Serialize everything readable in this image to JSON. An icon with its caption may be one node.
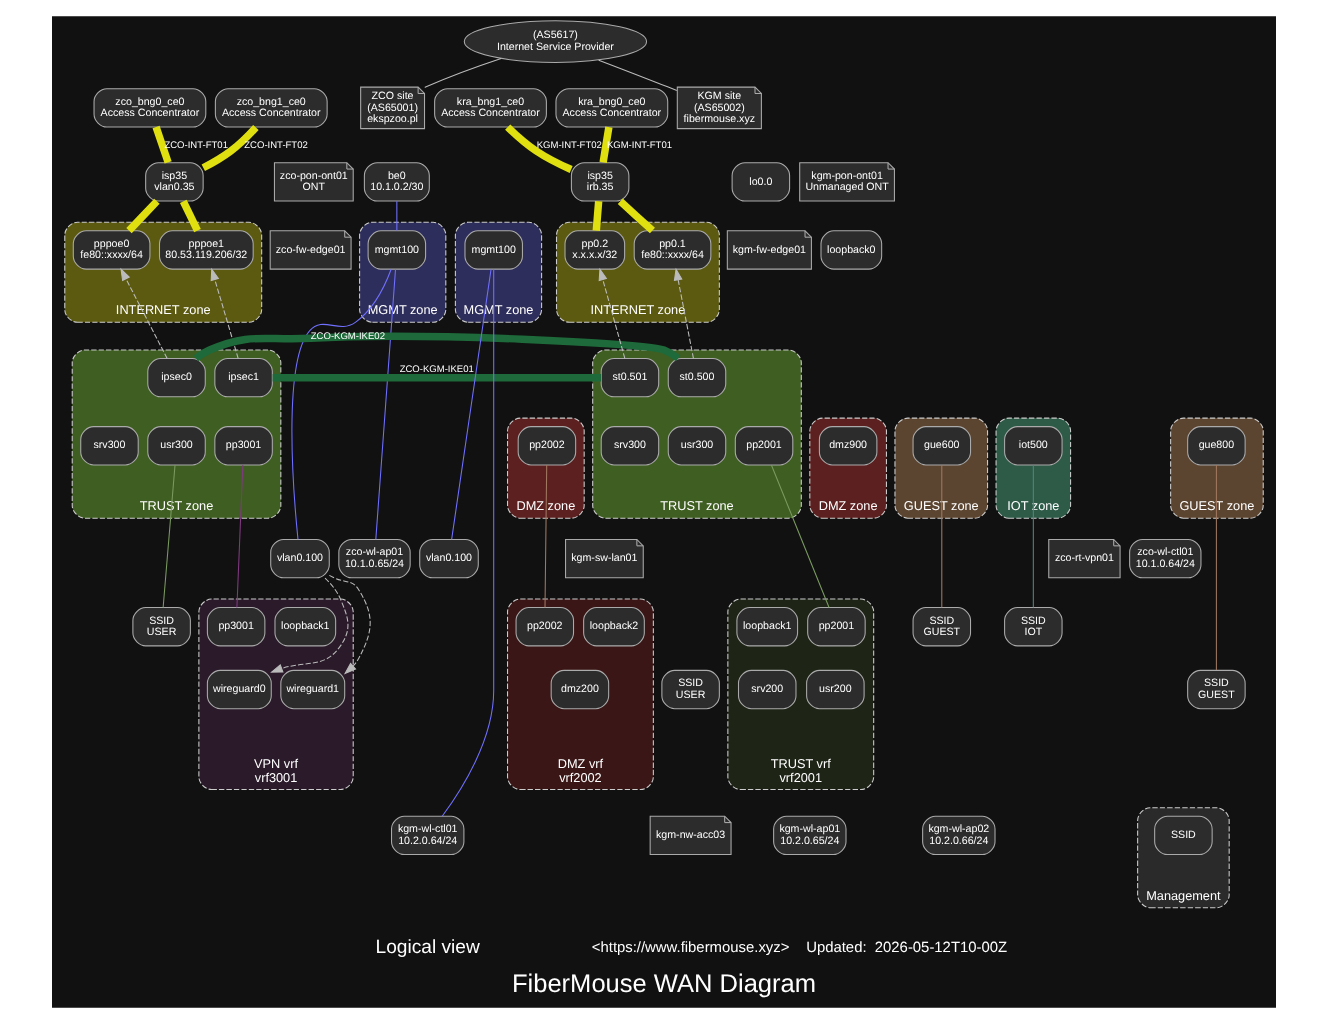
{
  "diagram": {
    "title": "FiberMouse WAN Diagram",
    "nodes": [
      {
        "text": [
          "(AS5617)",
          "Internet Service Provider"
        ]
      },
      {
        "text": [
          "ZCO site",
          "(AS65001)",
          "ekspzoo.pl"
        ]
      },
      {
        "text": [
          "KGM site",
          "(AS65002)",
          "fibermouse.xyz"
        ]
      },
      {
        "text": [
          "zco_bng0_ce0",
          "Access Concentrator"
        ]
      },
      {
        "text": [
          "zco_bng1_ce0",
          "Access Concentrator"
        ]
      },
      {
        "text": [
          "kra_bng0_ce0",
          "Access Concentrator"
        ]
      },
      {
        "text": [
          "kra_bng1_ce0",
          "Access Concentrator"
        ]
      },
      {
        "text": [
          "zco-pon-ont01",
          "ONT"
        ]
      },
      {
        "text": [
          "be0",
          "10.1.0.2/30"
        ]
      },
      {
        "text": [
          "isp35",
          "vlan0.35"
        ]
      },
      {
        "text": [
          "zco-fw-edge01"
        ]
      },
      {
        "text": [
          "MGMT zone"
        ]
      },
      {
        "text": [
          "mgmt100"
        ],
        "in": 11
      },
      {
        "text": [
          "INTERNET zone"
        ]
      },
      {
        "text": [
          "pppoe0",
          "fe80::xxxx/64"
        ],
        "in": 13
      },
      {
        "text": [
          "pppoe1",
          "80.53.119.206/32"
        ],
        "in": 13
      },
      {
        "text": [
          "loopback0"
        ]
      },
      {
        "text": [
          "TRUST zone"
        ]
      },
      {
        "text": [
          "ipsec1"
        ],
        "in": 17
      },
      {
        "text": [
          "ipsec0"
        ],
        "in": 17
      },
      {
        "text": [
          "pp3001"
        ],
        "in": 17
      },
      {
        "text": [
          "usr300"
        ],
        "in": 17
      },
      {
        "text": [
          "srv300"
        ],
        "in": 17
      },
      {
        "text": [
          "DMZ zone"
        ]
      },
      {
        "text": [
          "dmz900"
        ],
        "in": 23
      },
      {
        "text": [
          "GUEST zone"
        ]
      },
      {
        "text": [
          "gue600"
        ],
        "in": 25
      },
      {
        "text": [
          "IOT zone"
        ]
      },
      {
        "text": [
          "iot500"
        ],
        "in": 27
      },
      {
        "text": [
          "vlan0.100"
        ]
      },
      {
        "text": [
          "zco-rt-vpn01"
        ]
      },
      {
        "text": [
          "VPN vrf",
          "vrf3001"
        ]
      },
      {
        "text": [
          "loopback1"
        ],
        "in": 31
      },
      {
        "text": [
          "pp3001"
        ],
        "in": 31
      },
      {
        "text": [
          "wireguard0"
        ],
        "in": 31
      },
      {
        "text": [
          "wireguard1"
        ],
        "in": 31
      },
      {
        "text": [
          "zco-wl-ctl01",
          "10.1.0.64/24"
        ]
      },
      {
        "text": [
          "zco-wl-ap01",
          "10.1.0.65/24"
        ]
      },
      {
        "text": [
          "SSID",
          "GUEST"
        ]
      },
      {
        "text": [
          "SSID",
          "IOT"
        ]
      },
      {
        "text": [
          "SSID",
          "USER"
        ]
      },
      {
        "text": [
          "kgm-pon-ont01",
          "Unmanaged ONT"
        ]
      },
      {
        "text": [
          "isp35",
          "irb.35"
        ]
      },
      {
        "text": [
          "kgm-fw-edge01"
        ]
      },
      {
        "text": [
          "lo0.0"
        ]
      },
      {
        "text": [
          "INTERNET zone"
        ]
      },
      {
        "text": [
          "pp0.1",
          "fe80::xxxx/64"
        ],
        "in": 45
      },
      {
        "text": [
          "pp0.2",
          "x.x.x.x/32"
        ],
        "in": 45
      },
      {
        "text": [
          "TRUST zone"
        ]
      },
      {
        "text": [
          "st0.501"
        ],
        "in": 48
      },
      {
        "text": [
          "st0.500"
        ],
        "in": 48
      },
      {
        "text": [
          "pp2001"
        ],
        "in": 48
      },
      {
        "text": [
          "usr300"
        ],
        "in": 48
      },
      {
        "text": [
          "srv300"
        ],
        "in": 48
      },
      {
        "text": [
          "GUEST zone"
        ]
      },
      {
        "text": [
          "gue800"
        ],
        "in": 54
      },
      {
        "text": [
          "DMZ zone"
        ]
      },
      {
        "text": [
          "pp2002"
        ],
        "in": 56
      },
      {
        "text": [
          "MGMT zone"
        ]
      },
      {
        "text": [
          "mgmt100"
        ],
        "in": 58
      },
      {
        "text": [
          "vlan0.100"
        ]
      },
      {
        "text": [
          "kgm-sw-lan01"
        ]
      },
      {
        "text": [
          "TRUST vrf",
          "vrf2001"
        ]
      },
      {
        "text": [
          "pp2001"
        ],
        "in": 62
      },
      {
        "text": [
          "loopback1"
        ],
        "in": 62
      },
      {
        "text": [
          "usr200"
        ],
        "in": 62
      },
      {
        "text": [
          "srv200"
        ],
        "in": 62
      },
      {
        "text": [
          "DMZ vrf",
          "vrf2002"
        ]
      },
      {
        "text": [
          "pp2002"
        ],
        "in": 67
      },
      {
        "text": [
          "loopback2"
        ],
        "in": 67
      },
      {
        "text": [
          "dmz200"
        ],
        "in": 67
      },
      {
        "text": [
          "SSID",
          "GUEST"
        ]
      },
      {
        "text": [
          "SSID",
          "USER"
        ]
      },
      {
        "text": [
          "kgm-wl-ctl01",
          "10.2.0.64/24"
        ]
      },
      {
        "text": [
          "kgm-wl-ap01",
          "10.2.0.65/24"
        ]
      },
      {
        "text": [
          "kgm-wl-ap02",
          "10.2.0.66/24"
        ]
      },
      {
        "text": [
          "Management"
        ]
      },
      {
        "text": [
          "SSID"
        ],
        "in": 76
      },
      {
        "text": [
          "kgm-nw-acc03"
        ]
      }
    ],
    "edges": [
      {
        "from": 0,
        "to": 1,
        "arrow": "none"
      },
      {
        "from": 0,
        "to": 2,
        "arrow": "none"
      },
      {
        "from": 3,
        "to": 9,
        "arrow": "none",
        "label": "ZCO-INT-FT01",
        "style": "thick",
        "color": "#e0e010"
      },
      {
        "from": 4,
        "to": 9,
        "arrow": "none",
        "label": "ZCO-INT-FT02",
        "style": "thick",
        "color": "#e0e010"
      },
      {
        "from": 9,
        "to": 14,
        "arrow": "none",
        "style": "thick",
        "color": "#e0e010"
      },
      {
        "from": 9,
        "to": 15,
        "arrow": "none",
        "style": "thick",
        "color": "#e0e010"
      },
      {
        "from": 5,
        "to": 42,
        "arrow": "none",
        "label": "KGM-INT-FT01",
        "style": "thick",
        "color": "#e0e010"
      },
      {
        "from": 6,
        "to": 42,
        "arrow": "none",
        "label": "KGM-INT-FT02",
        "style": "thick",
        "color": "#e0e010"
      },
      {
        "from": 42,
        "to": 46,
        "arrow": "none",
        "style": "thick",
        "color": "#e0e010"
      },
      {
        "from": 42,
        "to": 47,
        "arrow": "none",
        "style": "thick",
        "color": "#e0e010"
      },
      {
        "from": 18,
        "to": 49,
        "arrow": "none",
        "label": "ZCO-KGM-IKE01",
        "style": "thick",
        "color": "#1e6a3a"
      },
      {
        "from": 19,
        "to": 50,
        "arrow": "none",
        "label": "ZCO-KGM-IKE02",
        "style": "thick",
        "color": "#1e6a3a"
      },
      {
        "from": 19,
        "to": 14,
        "arrow": "to",
        "style": "dashed"
      },
      {
        "from": 18,
        "to": 15,
        "arrow": "to",
        "style": "dashed"
      },
      {
        "from": 50,
        "to": 46,
        "arrow": "to",
        "style": "dashed"
      },
      {
        "from": 49,
        "to": 47,
        "arrow": "to",
        "style": "dashed"
      },
      {
        "from": 8,
        "to": 12,
        "arrow": "none",
        "color": "#7070ff"
      },
      {
        "from": 12,
        "to": 37,
        "arrow": "none",
        "color": "#7070ff"
      },
      {
        "from": 12,
        "to": 29,
        "arrow": "none",
        "color": "#7070ff"
      },
      {
        "from": 26,
        "to": 38,
        "arrow": "none",
        "color": "#a07860"
      },
      {
        "from": 28,
        "to": 39,
        "arrow": "none",
        "color": "#508878"
      },
      {
        "from": 21,
        "to": 40,
        "arrow": "none",
        "color": "#7a9a60"
      },
      {
        "from": 20,
        "to": 33,
        "arrow": "none",
        "color": "#803a80"
      },
      {
        "from": 29,
        "to": 34,
        "arrow": "to",
        "style": "dashed"
      },
      {
        "from": 29,
        "to": 35,
        "arrow": "to",
        "style": "dashed"
      },
      {
        "from": 59,
        "to": 60,
        "arrow": "none",
        "color": "#7070ff"
      },
      {
        "from": 59,
        "to": 73,
        "arrow": "none",
        "color": "#7070ff"
      },
      {
        "from": 51,
        "to": 63,
        "arrow": "none",
        "color": "#7a9a60"
      },
      {
        "from": 57,
        "to": 68,
        "arrow": "none",
        "color": "#a07860"
      },
      {
        "from": 55,
        "to": 71,
        "arrow": "none",
        "color": "#a07860"
      }
    ],
    "labels": [
      "Logical view",
      "Updated:  2026-05-12T10-00Z",
      "<https://www.fibermouse.xyz>"
    ]
  }
}
